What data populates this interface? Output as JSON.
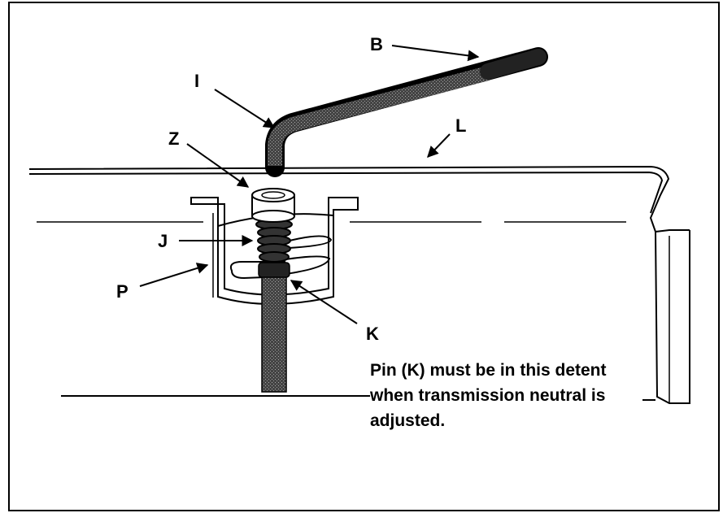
{
  "labels": {
    "B": "B",
    "I": "I",
    "Z": "Z",
    "L": "L",
    "J": "J",
    "P": "P",
    "K": "K"
  },
  "note": {
    "line1": "Pin (K) must be in this detent",
    "line2": "when transmission neutral is",
    "line3": "adjusted."
  }
}
